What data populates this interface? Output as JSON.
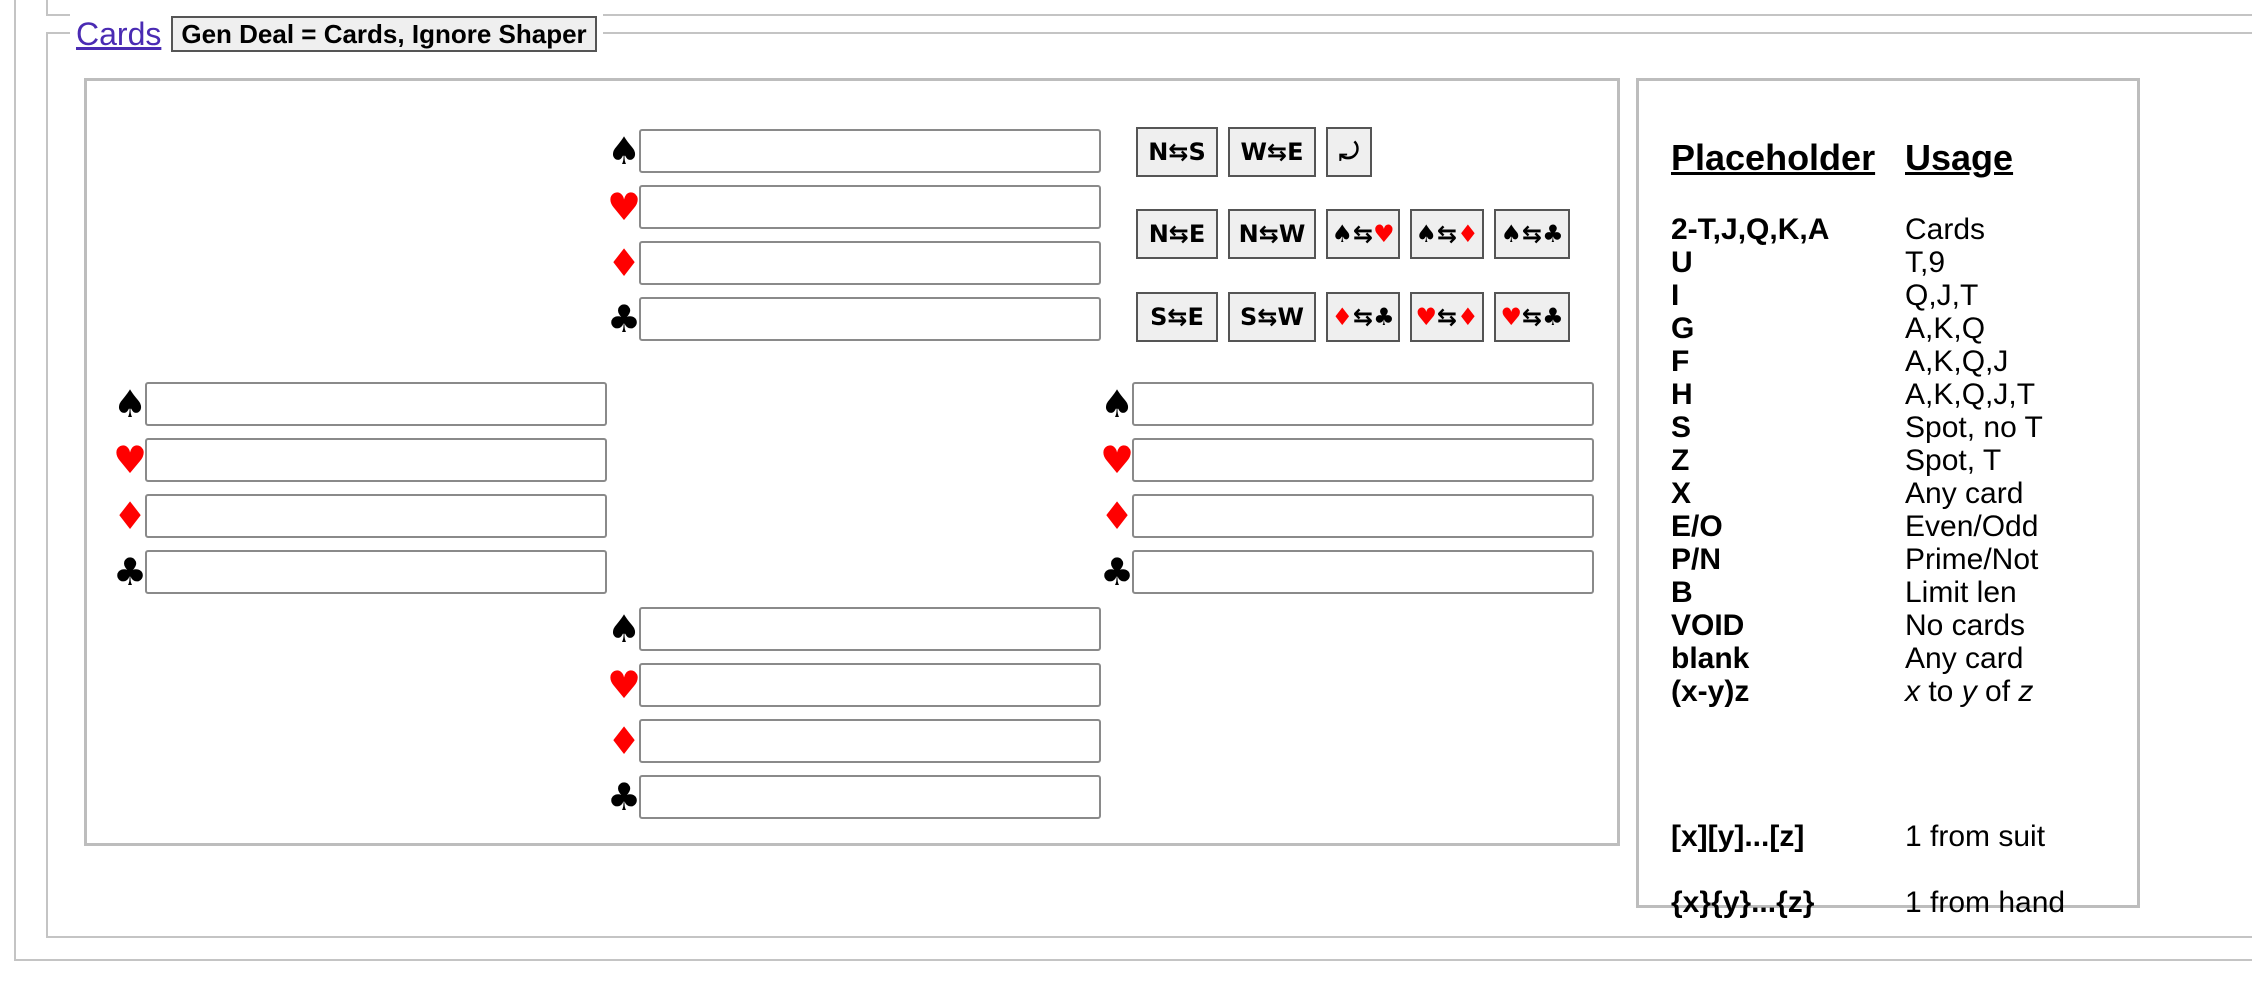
{
  "legend": {
    "link_label": "Cards",
    "gen_deal_label": "Gen Deal = Cards, Ignore Shaper"
  },
  "suits": {
    "spade": {
      "glyph": "♠",
      "color": "#000000"
    },
    "heart": {
      "glyph": "♥",
      "color": "#ff0000"
    },
    "diamond": {
      "glyph": "♦",
      "color": "#ff0000"
    },
    "club": {
      "glyph": "♣",
      "color": "#000000"
    }
  },
  "hands": {
    "north": {
      "spades": "",
      "hearts": "",
      "diamonds": "",
      "clubs": ""
    },
    "west": {
      "spades": "",
      "hearts": "",
      "diamonds": "",
      "clubs": ""
    },
    "east": {
      "spades": "",
      "hearts": "",
      "diamonds": "",
      "clubs": ""
    },
    "south": {
      "spades": "",
      "hearts": "",
      "diamonds": "",
      "clubs": ""
    }
  },
  "swap_buttons": {
    "row1": {
      "n_s": {
        "left": "N",
        "right": "S"
      },
      "w_e": {
        "left": "W",
        "right": "E"
      },
      "rotate": "⤾"
    },
    "row2": {
      "n_e": {
        "left": "N",
        "right": "E"
      },
      "n_w": {
        "left": "N",
        "right": "W"
      },
      "s_h": {
        "left": "♠",
        "right": "♥"
      },
      "s_d": {
        "left": "♠",
        "right": "♦"
      },
      "s_c": {
        "left": "♠",
        "right": "♣"
      }
    },
    "row3": {
      "s_e": {
        "left": "S",
        "right": "E"
      },
      "s_w": {
        "left": "S",
        "right": "W"
      },
      "d_c": {
        "left": "♦",
        "right": "♣"
      },
      "h_d": {
        "left": "♥",
        "right": "♦"
      },
      "h_c": {
        "left": "♥",
        "right": "♣"
      }
    },
    "arrow": "⇆"
  },
  "help": {
    "header_placeholder": "Placeholder",
    "header_usage": "Usage",
    "rows": [
      {
        "key": "2-T,J,Q,K,A",
        "value": "Cards"
      },
      {
        "key": "U",
        "value": "T,9"
      },
      {
        "key": "I",
        "value": "Q,J,T"
      },
      {
        "key": "G",
        "value": "A,K,Q"
      },
      {
        "key": "F",
        "value": "A,K,Q,J"
      },
      {
        "key": "H",
        "value": "A,K,Q,J,T"
      },
      {
        "key": "S",
        "value": "Spot, no T"
      },
      {
        "key": "Z",
        "value": "Spot, T"
      },
      {
        "key": "X",
        "value": "Any card"
      },
      {
        "key": "E/O",
        "value": "Even/Odd"
      },
      {
        "key": "P/N",
        "value": "Prime/Not"
      },
      {
        "key": "B",
        "value": "Limit len"
      },
      {
        "key": "VOID",
        "value": "No cards"
      },
      {
        "key": "blank",
        "value": "Any card"
      },
      {
        "key": "(x-y)z",
        "value_parts": [
          "x",
          " to ",
          "y",
          " of ",
          "z"
        ]
      }
    ],
    "suit_rule": {
      "key": "[x][y]...[z]",
      "value": "1 from suit"
    },
    "hand_rule": {
      "key": "{x}{y}...{z}",
      "value": "1 from hand"
    }
  }
}
